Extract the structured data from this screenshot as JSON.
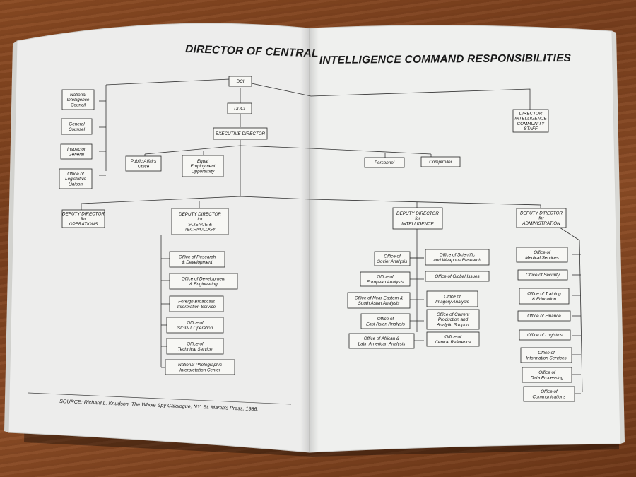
{
  "title_left": "DIRECTOR OF CENTRAL",
  "title_right": "INTELLIGENCE COMMAND RESPONSIBILITIES",
  "source": "SOURCE: Richard L. Knudson, The Whole Spy Catalogue, NY: St. Martin's Press, 1986.",
  "top": {
    "dci": "DCI",
    "ddci": "DDCI",
    "executive_director": "EXECUTIVE DIRECTOR",
    "director_ic_staff": [
      "DIRECTOR",
      "INTELLIGENCE",
      "COMMUNITY",
      "STAFF"
    ]
  },
  "dci_staff": [
    [
      "National",
      "Intelligence",
      "Council"
    ],
    [
      "General",
      "Counsel"
    ],
    [
      "Inspector",
      "General"
    ],
    [
      "Office of",
      "Legislative",
      "Liaison"
    ]
  ],
  "exec_staff": [
    [
      "Public Affairs",
      "Office"
    ],
    [
      "Equal",
      "Employment",
      "Opportunity"
    ],
    [
      "Personnel"
    ],
    [
      "Comptroller"
    ]
  ],
  "deputy_directors": [
    [
      "DEPUTY DIRECTOR",
      "for",
      "OPERATIONS"
    ],
    [
      "DEPUTY DIRECTOR",
      "for",
      "SCIENCE &",
      "TECHNOLOGY"
    ],
    [
      "DEPUTY DIRECTOR",
      "for",
      "INTELLIGENCE"
    ],
    [
      "DEPUTY DIRECTOR",
      "for",
      "ADMINISTRATION"
    ]
  ],
  "science_technology": [
    [
      "Office of Research",
      "& Development"
    ],
    [
      "Office of Development",
      "& Engineering"
    ],
    [
      "Foreign Broadcast",
      "Information Service"
    ],
    [
      "Office of",
      "SIGINT Operation"
    ],
    [
      "Office of",
      "Technical Service"
    ],
    [
      "National Photographic",
      "Interpretation Center"
    ]
  ],
  "intelligence_left": [
    [
      "Office of",
      "Soviet Analysis"
    ],
    [
      "Office of",
      "European Analysis"
    ],
    [
      "Office of Near Eastern &",
      "South Asian Analysis"
    ],
    [
      "Office of",
      "East Asian Analysis"
    ],
    [
      "Office of African &",
      "Latin American Analysis"
    ]
  ],
  "intelligence_right": [
    [
      "Office of Scientific",
      "and Weapons Research"
    ],
    [
      "Office of Global Issues"
    ],
    [
      "Office of",
      "Imagery Analysis"
    ],
    [
      "Office of Current",
      "Production and",
      "Analytic Support"
    ],
    [
      "Office of",
      "Central Reference"
    ]
  ],
  "administration": [
    [
      "Office of",
      "Medical Services"
    ],
    [
      "Office of Security"
    ],
    [
      "Office of Training",
      "& Education"
    ],
    [
      "Office of Finance"
    ],
    [
      "Office of Logistics"
    ],
    [
      "Office of",
      "Information Services"
    ],
    [
      "Office of",
      "Data Processing"
    ],
    [
      "Office of",
      "Communications"
    ]
  ]
}
